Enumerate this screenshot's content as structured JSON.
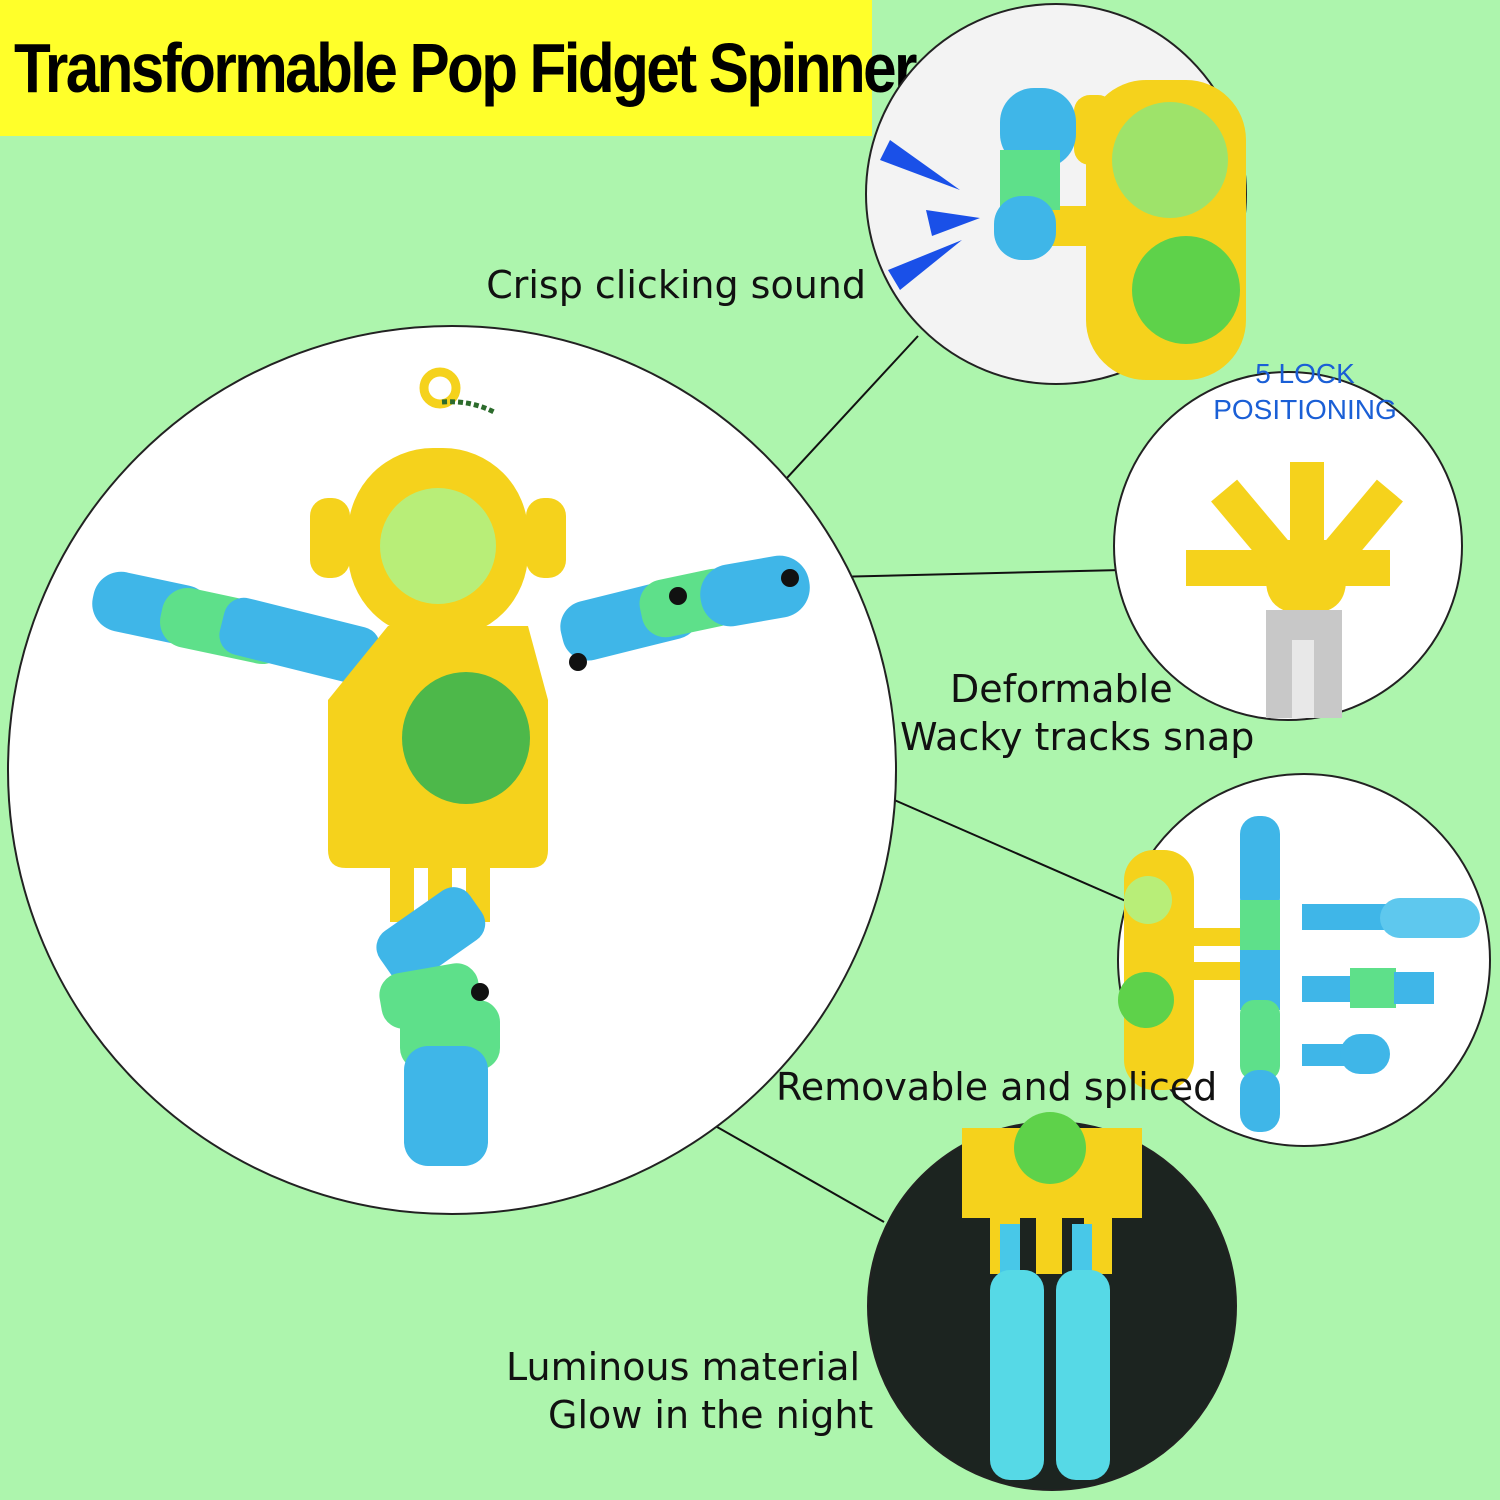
{
  "title": "Transformable Pop Fidget Spinner",
  "features": {
    "sound": "Crisp clicking sound",
    "lock_line1": "5 LOCK",
    "lock_line2": "POSITIONING",
    "deform_line1": "Deformable",
    "deform_line2": "Wacky tracks snap",
    "removable": "Removable and spliced",
    "glow_line1": "Luminous material",
    "glow_line2": "Glow in the night"
  },
  "colors": {
    "background": "#adf5ad",
    "banner": "#ffff2a",
    "toy_body": "#f5d21c",
    "bubble": "#7fdc4a",
    "limb_blue": "#3fb6e8",
    "limb_green": "#5ee08a",
    "label_blue": "#1a5fd6"
  }
}
